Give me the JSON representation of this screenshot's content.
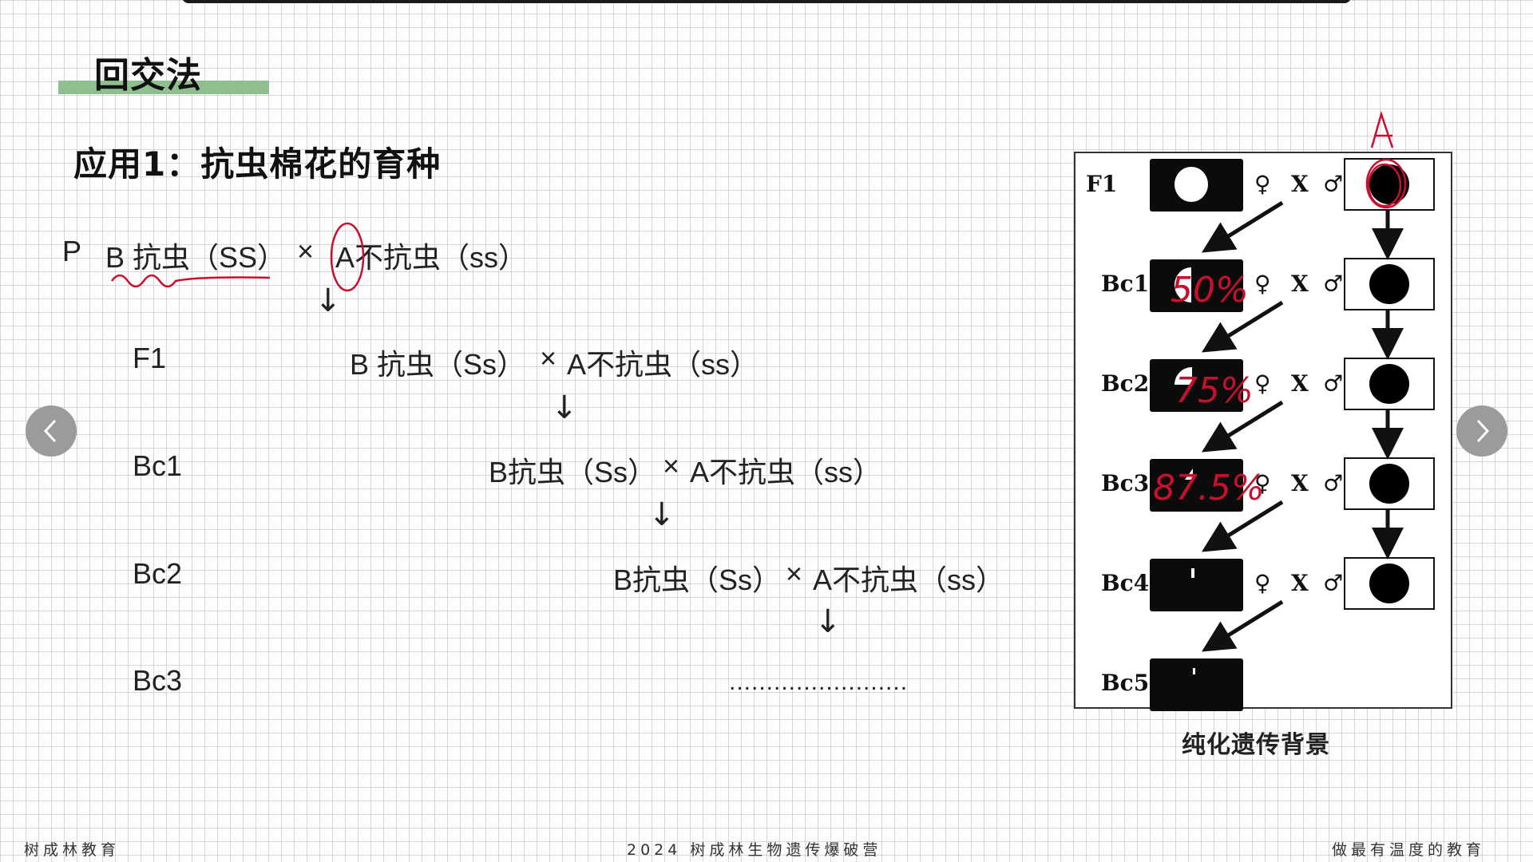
{
  "slide": {
    "title": "回交法",
    "subtitle": "应用1：抗虫棉花的育种",
    "colors": {
      "title_underline": "#8fbf8f",
      "annotation_red": "#c8102e",
      "nav_button": "#9b9b9b"
    }
  },
  "crosses": [
    {
      "generation": "P",
      "female": "B 抗虫（SS）",
      "times": "×",
      "male": "A不抗虫（ss）"
    },
    {
      "generation": "F1",
      "female": "B 抗虫（Ss）",
      "times": "×",
      "male": "A不抗虫（ss）"
    },
    {
      "generation": "Bc1",
      "female": "B抗虫（Ss）",
      "times": "×",
      "male": "A不抗虫（ss）"
    },
    {
      "generation": "Bc2",
      "female": "B抗虫（Ss）",
      "times": "×",
      "male": "A不抗虫（ss）"
    },
    {
      "generation": "Bc3",
      "continuation": "........................"
    }
  ],
  "arrow_glyph": "↓",
  "diagram": {
    "rows": [
      {
        "label": "F1",
        "female_symbol": "♀",
        "cross": "X",
        "male_symbol": "♂",
        "annotation": ""
      },
      {
        "label": "Bc1",
        "female_symbol": "♀",
        "cross": "X",
        "male_symbol": "♂",
        "annotation": "50%"
      },
      {
        "label": "Bc2",
        "female_symbol": "♀",
        "cross": "X",
        "male_symbol": "♂",
        "annotation": "75%"
      },
      {
        "label": "Bc3",
        "female_symbol": "♀",
        "cross": "X",
        "male_symbol": "♂",
        "annotation": "87.5%"
      },
      {
        "label": "Bc4",
        "female_symbol": "♀",
        "cross": "X",
        "male_symbol": "♂",
        "annotation": ""
      },
      {
        "label": "Bc5"
      }
    ],
    "male_annotation": "A",
    "caption": "纯化遗传背景"
  },
  "navigation": {
    "prev_icon": "chevron-left-icon",
    "next_icon": "chevron-right-icon"
  },
  "footer": {
    "left": "树成林教育",
    "center": "2024 树成林生物遗传爆破营",
    "right": "做最有温度的教育"
  }
}
